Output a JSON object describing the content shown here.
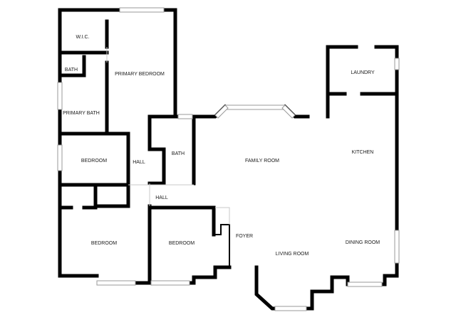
{
  "rooms": {
    "wic": "W.I.C.",
    "bath_small": "BATH",
    "primary_bedroom": "PRIMARY BEDROOM",
    "primary_bath": "PRIMARY BATH",
    "bedroom_left_upper": "BEDROOM",
    "hall_upper": "HALL",
    "bath_center": "BATH",
    "family_room": "FAMILY ROOM",
    "kitchen": "KITCHEN",
    "laundry": "LAUNDRY",
    "hall_lower": "HALL",
    "bedroom_left_lower": "BEDROOM",
    "bedroom_center": "BEDROOM",
    "foyer": "FOYER",
    "living_room": "LIVING ROOM",
    "dining_room": "DINING ROOM"
  }
}
